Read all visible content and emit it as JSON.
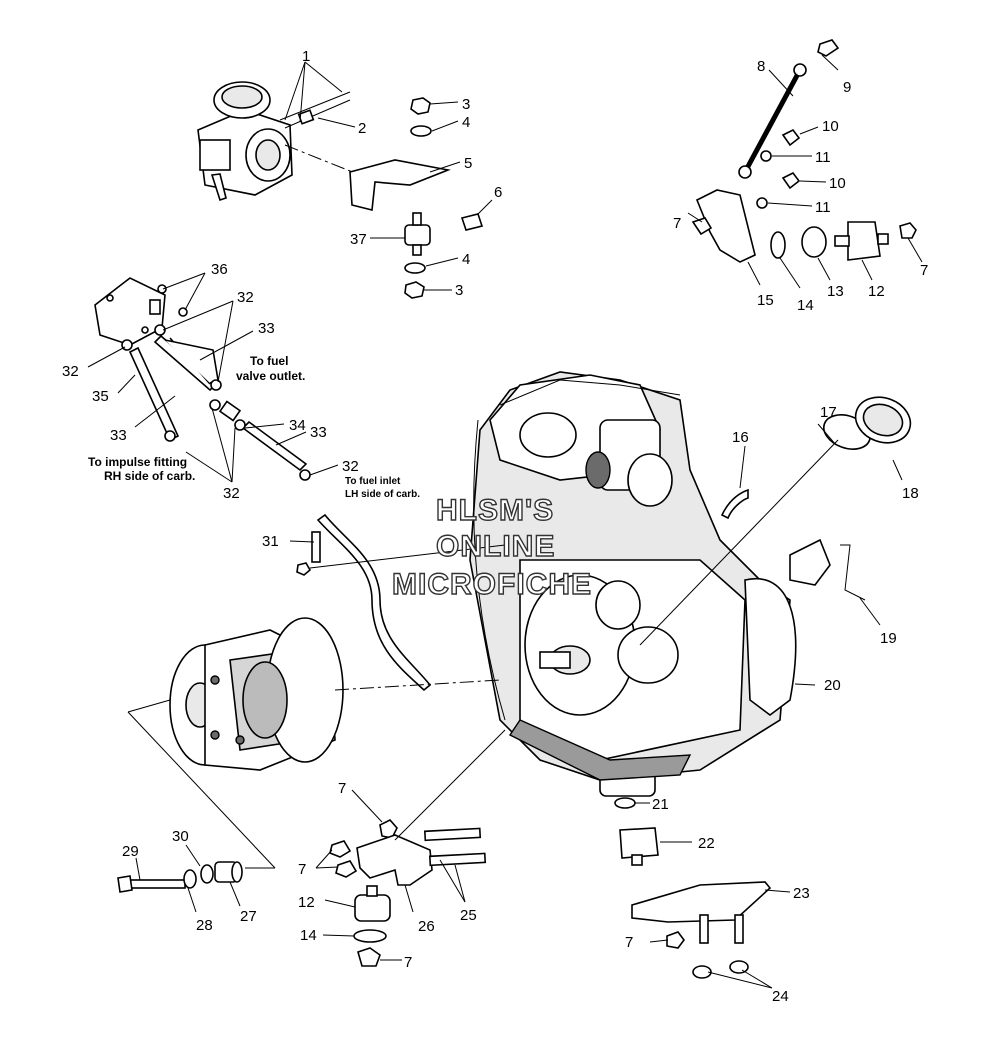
{
  "diagram": {
    "callouts": [
      {
        "id": "c1",
        "text": "1"
      },
      {
        "id": "c2",
        "text": "2"
      },
      {
        "id": "c3a",
        "text": "3"
      },
      {
        "id": "c4a",
        "text": "4"
      },
      {
        "id": "c5",
        "text": "5"
      },
      {
        "id": "c6",
        "text": "6"
      },
      {
        "id": "c37",
        "text": "37"
      },
      {
        "id": "c4b",
        "text": "4"
      },
      {
        "id": "c3b",
        "text": "3"
      },
      {
        "id": "c8",
        "text": "8"
      },
      {
        "id": "c9",
        "text": "9"
      },
      {
        "id": "c10a",
        "text": "10"
      },
      {
        "id": "c11a",
        "text": "11"
      },
      {
        "id": "c10b",
        "text": "10"
      },
      {
        "id": "c11b",
        "text": "11"
      },
      {
        "id": "c7a",
        "text": "7"
      },
      {
        "id": "c15",
        "text": "15"
      },
      {
        "id": "c14a",
        "text": "14"
      },
      {
        "id": "c13",
        "text": "13"
      },
      {
        "id": "c12a",
        "text": "12"
      },
      {
        "id": "c7b",
        "text": "7"
      },
      {
        "id": "c36",
        "text": "36"
      },
      {
        "id": "c32a",
        "text": "32"
      },
      {
        "id": "c33a",
        "text": "33"
      },
      {
        "id": "c32b",
        "text": "32"
      },
      {
        "id": "c35",
        "text": "35"
      },
      {
        "id": "c33b",
        "text": "33"
      },
      {
        "id": "c34",
        "text": "34"
      },
      {
        "id": "c33c",
        "text": "33"
      },
      {
        "id": "c32c",
        "text": "32"
      },
      {
        "id": "c32d",
        "text": "32"
      },
      {
        "id": "c17",
        "text": "17"
      },
      {
        "id": "c18",
        "text": "18"
      },
      {
        "id": "c16",
        "text": "16"
      },
      {
        "id": "c19",
        "text": "19"
      },
      {
        "id": "c31",
        "text": "31"
      },
      {
        "id": "c20",
        "text": "20"
      },
      {
        "id": "c21",
        "text": "21"
      },
      {
        "id": "c22",
        "text": "22"
      },
      {
        "id": "c7c",
        "text": "7"
      },
      {
        "id": "c30",
        "text": "30"
      },
      {
        "id": "c29",
        "text": "29"
      },
      {
        "id": "c28",
        "text": "28"
      },
      {
        "id": "c27",
        "text": "27"
      },
      {
        "id": "c7d",
        "text": "7"
      },
      {
        "id": "c12b",
        "text": "12"
      },
      {
        "id": "c26",
        "text": "26"
      },
      {
        "id": "c25",
        "text": "25"
      },
      {
        "id": "c14b",
        "text": "14"
      },
      {
        "id": "c7e",
        "text": "7"
      },
      {
        "id": "c23",
        "text": "23"
      },
      {
        "id": "c7f",
        "text": "7"
      },
      {
        "id": "c24",
        "text": "24"
      }
    ],
    "notes": {
      "fuel_valve_line1": "To fuel",
      "fuel_valve_line2": "valve outlet.",
      "impulse_line1": "To impulse fitting",
      "impulse_line2": "RH side of carb.",
      "fuel_inlet_line1": "To fuel inlet",
      "fuel_inlet_line2": "LH side of carb."
    },
    "watermark": {
      "line1": "HLSM'S",
      "line2": "ONLINE",
      "line3": "MICROFICHE"
    }
  }
}
